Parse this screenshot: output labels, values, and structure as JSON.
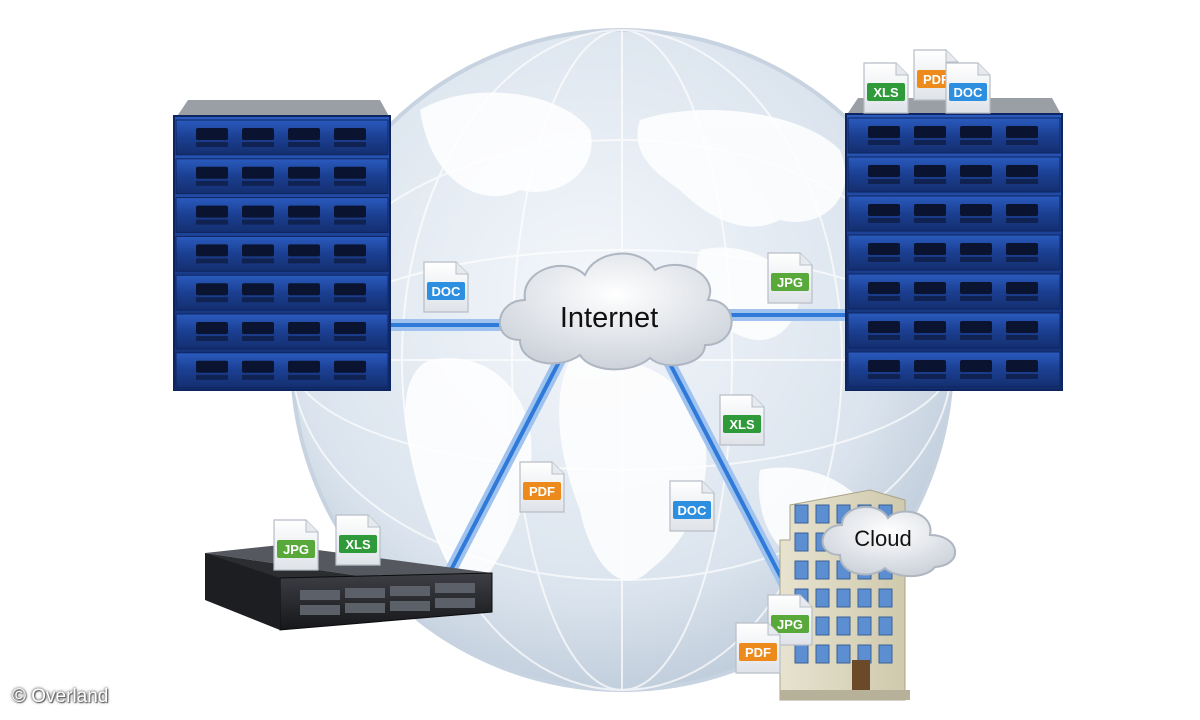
{
  "nodes": {
    "internet": "Internet",
    "cloud": "Cloud"
  },
  "files": {
    "top_right_xls": "XLS",
    "top_right_pdf": "PDF",
    "top_right_doc": "DOC",
    "left_link_doc": "DOC",
    "right_link_jpg": "JPG",
    "right_diag_xls": "XLS",
    "left_diag_pdf": "PDF",
    "center_doc": "DOC",
    "nas_jpg": "JPG",
    "nas_xls": "XLS",
    "building_jpg": "JPG",
    "building_pdf": "PDF"
  },
  "copyright": "© Overland",
  "colors": {
    "link": "#2f79d8",
    "rack": "#1c3f8f",
    "xls": "#2f9a3a",
    "pdf": "#ec8a1c",
    "doc": "#2d8fe0",
    "jpg": "#59a93a",
    "globe": "#cfdbe9"
  }
}
